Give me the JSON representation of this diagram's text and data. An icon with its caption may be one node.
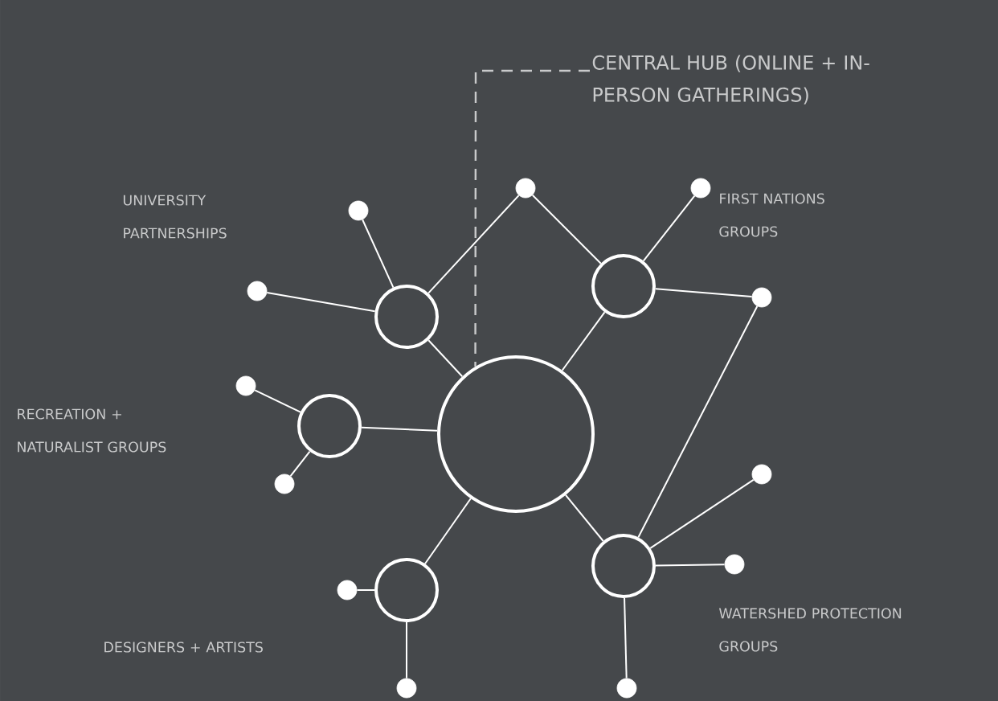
{
  "diagram": {
    "nodes": [
      {
        "text": [
          "CENTRAL HUB (ONLINE + IN-PERSON GATHERINGS)"
        ]
      },
      {
        "text": [],
        "shape": "circle"
      },
      {
        "text": [],
        "shape": "circle"
      },
      {
        "text": [],
        "shape": "circle"
      },
      {
        "text": [],
        "shape": "circle"
      },
      {
        "text": [],
        "shape": "circle"
      },
      {
        "text": [],
        "shape": "circle"
      },
      {
        "text": [],
        "shape": "circle"
      },
      {
        "text": [],
        "shape": "circle"
      },
      {
        "text": [],
        "shape": "circle"
      },
      {
        "text": [],
        "shape": "circle"
      },
      {
        "text": [],
        "shape": "circle"
      },
      {
        "text": [],
        "shape": "circle"
      },
      {
        "text": [],
        "shape": "circle"
      },
      {
        "text": [],
        "shape": "circle"
      },
      {
        "text": [],
        "shape": "circle"
      },
      {
        "text": [],
        "shape": "circle"
      },
      {
        "text": [],
        "shape": "circle"
      },
      {
        "text": [],
        "shape": "circle"
      }
    ],
    "edges": [
      {
        "from": 0,
        "to": 1,
        "arrow": "none",
        "style": "dashed"
      },
      {
        "from": 1,
        "to": 2,
        "arrow": "none"
      },
      {
        "from": 1,
        "to": 3,
        "arrow": "none"
      },
      {
        "from": 1,
        "to": 4,
        "arrow": "none"
      },
      {
        "from": 1,
        "to": 5,
        "arrow": "none"
      },
      {
        "from": 1,
        "to": 6,
        "arrow": "none"
      },
      {
        "from": 2,
        "to": 7,
        "arrow": "none"
      },
      {
        "from": 2,
        "to": 8,
        "arrow": "none"
      },
      {
        "from": 2,
        "to": 9,
        "arrow": "none"
      },
      {
        "from": 3,
        "to": 7,
        "arrow": "none"
      },
      {
        "from": 3,
        "to": 10,
        "arrow": "none"
      },
      {
        "from": 3,
        "to": 11,
        "arrow": "none"
      },
      {
        "from": 4,
        "to": 12,
        "arrow": "none"
      },
      {
        "from": 4,
        "to": 13,
        "arrow": "none"
      },
      {
        "from": 5,
        "to": 14,
        "arrow": "none"
      },
      {
        "from": 5,
        "to": 15,
        "arrow": "none"
      },
      {
        "from": 6,
        "to": 11,
        "arrow": "none"
      },
      {
        "from": 6,
        "to": 16,
        "arrow": "none"
      },
      {
        "from": 6,
        "to": 17,
        "arrow": "none"
      },
      {
        "from": 6,
        "to": 18,
        "arrow": "none"
      }
    ],
    "labels": [
      "UNIVERSITY PARTNERSHIPS",
      "FIRST NATIONS GROUPS",
      "RECREATION + NATURALIST GROUPS",
      "DESIGNERS + ARTISTS",
      "WATERSHED PROTECTION GROUPS"
    ]
  }
}
